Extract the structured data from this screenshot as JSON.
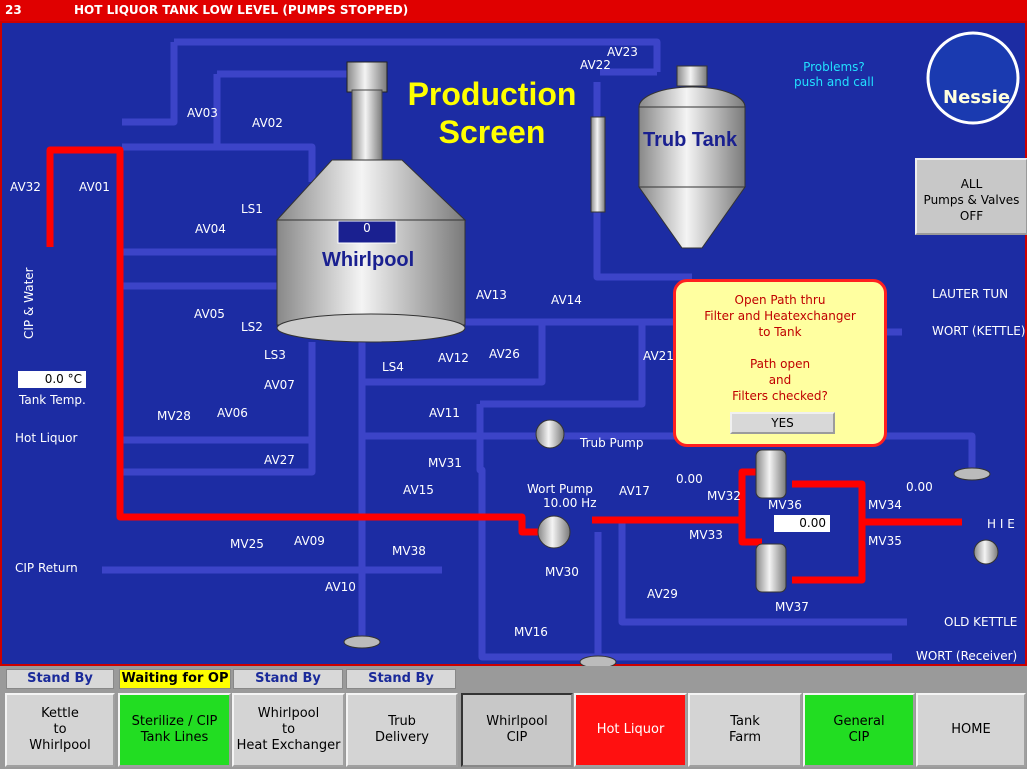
{
  "alarm": {
    "code": "23",
    "message": "HOT LIQUOR TANK LOW LEVEL (PUMPS STOPPED)"
  },
  "title_line1": "Production",
  "title_line2": "Screen",
  "whirlpool": {
    "title": "Whirlpool",
    "level": "0"
  },
  "trub_tank": {
    "title": "Trub Tank"
  },
  "logo": {
    "text": "Nessie"
  },
  "problems": {
    "line1": "Problems?",
    "line2": "push and call"
  },
  "all_off": {
    "line1": "ALL",
    "line2": "Pumps & Valves",
    "line3": "OFF"
  },
  "tank_temp": {
    "value": "0.0 °C",
    "label": "Tank Temp."
  },
  "cip_water_label": "CIP & Water",
  "valves": {
    "AV01": "AV01",
    "AV02": "AV02",
    "AV03": "AV03",
    "AV04": "AV04",
    "AV05": "AV05",
    "AV06": "AV06",
    "AV07": "AV07",
    "AV09": "AV09",
    "AV10": "AV10",
    "AV11": "AV11",
    "AV12": "AV12",
    "AV13": "AV13",
    "AV14": "AV14",
    "AV15": "AV15",
    "AV17": "AV17",
    "AV21": "AV21",
    "AV22": "AV22",
    "AV23": "AV23",
    "AV26": "AV26",
    "AV27": "AV27",
    "AV29": "AV29",
    "AV32": "AV32",
    "MV16": "MV16",
    "MV25": "MV25",
    "MV28": "MV28",
    "MV30": "MV30",
    "MV31": "MV31",
    "MV32": "MV32",
    "MV33": "MV33",
    "MV34": "MV34",
    "MV35": "MV35",
    "MV36": "MV36",
    "MV37": "MV37",
    "MV38": "MV38",
    "LS1": "LS1",
    "LS2": "LS2",
    "LS3": "LS3",
    "LS4": "LS4"
  },
  "destinations": {
    "lauter_tun": "LAUTER TUN",
    "wort_kettle": "WORT (KETTLE)",
    "hie": "H I E",
    "old_kettle": "OLD KETTLE",
    "wort_receiver": "WORT (Receiver)",
    "cip_return": "CIP Return",
    "hot_liquor": "Hot Liquor"
  },
  "pumps": {
    "trub_pump": "Trub Pump",
    "wort_pump": "Wort Pump",
    "wort_pump_speed": "10.00  Hz"
  },
  "readouts": {
    "filter_left": "0.00",
    "filter_right": "0.00",
    "hie_flow": "0.00"
  },
  "popup": {
    "line1": "Open Path thru",
    "line2": "Filter and Heatexchanger",
    "line3": "to Tank",
    "line4": "Path open",
    "line5": "and",
    "line6": "Filters checked?",
    "yes": "YES"
  },
  "status": [
    "Stand By",
    "Waiting for OP",
    "Stand By",
    "Stand By"
  ],
  "nav": [
    {
      "label": "Kettle\nto\nWhirlpool",
      "state": "normal"
    },
    {
      "label": "Sterilize / CIP\nTank Lines",
      "state": "green"
    },
    {
      "label": "Whirlpool\nto\nHeat Exchanger",
      "state": "normal"
    },
    {
      "label": "Trub\nDelivery",
      "state": "normal"
    },
    {
      "label": "Whirlpool\nCIP",
      "state": "selected"
    },
    {
      "label": "Hot Liquor",
      "state": "red"
    },
    {
      "label": "Tank\nFarm",
      "state": "normal"
    },
    {
      "label": "General\nCIP",
      "state": "green"
    },
    {
      "label": "HOME",
      "state": "normal"
    }
  ],
  "colors": {
    "background": "#1c2ca3",
    "pipe": "#3c44c8",
    "active_pipe": "#ff0000",
    "title": "#ffff00",
    "alarm": "#e00000"
  }
}
